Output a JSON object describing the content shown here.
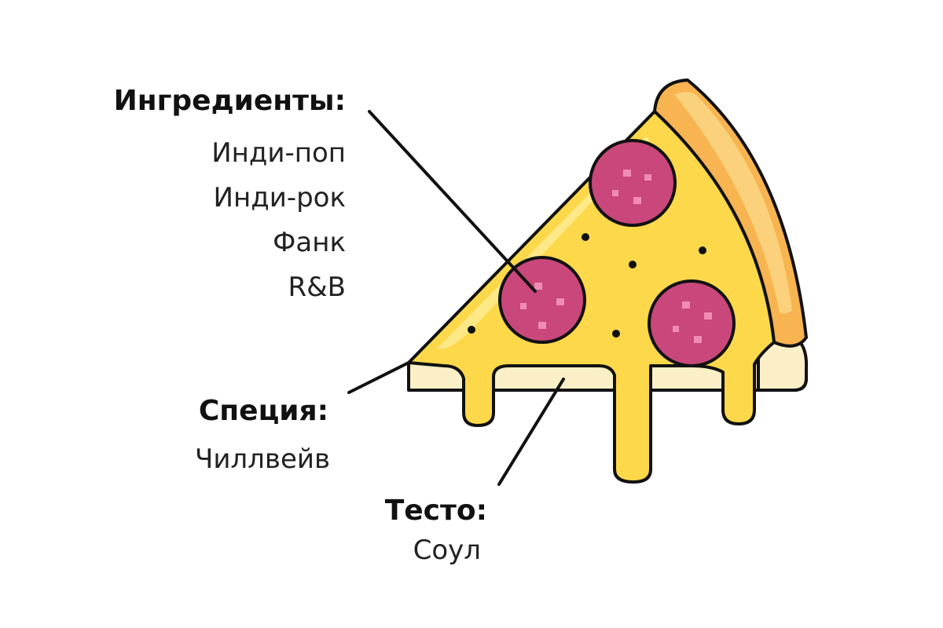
{
  "diagram": {
    "ingredients": {
      "heading": "Ингредиенты:",
      "items": [
        "Инди-поп",
        "Инди-рок",
        "Фанк",
        "R&B"
      ]
    },
    "spice": {
      "heading": "Специя:",
      "items": [
        "Чиллвейв"
      ]
    },
    "dough": {
      "heading": "Тесто:",
      "items": [
        "Соул"
      ]
    }
  },
  "colors": {
    "cheese": "#fcd84a",
    "cheese_highlight": "#ffe987",
    "crust": "#f7b451",
    "crust_highlight": "#fbd27b",
    "base": "#fbefc7",
    "pepperoni": "#c9477a",
    "pepperoni_spot": "#f08cb3",
    "outline": "#111111"
  },
  "icons": {
    "slice": "pizza-slice-icon",
    "pepperoni": "pepperoni-icon"
  }
}
